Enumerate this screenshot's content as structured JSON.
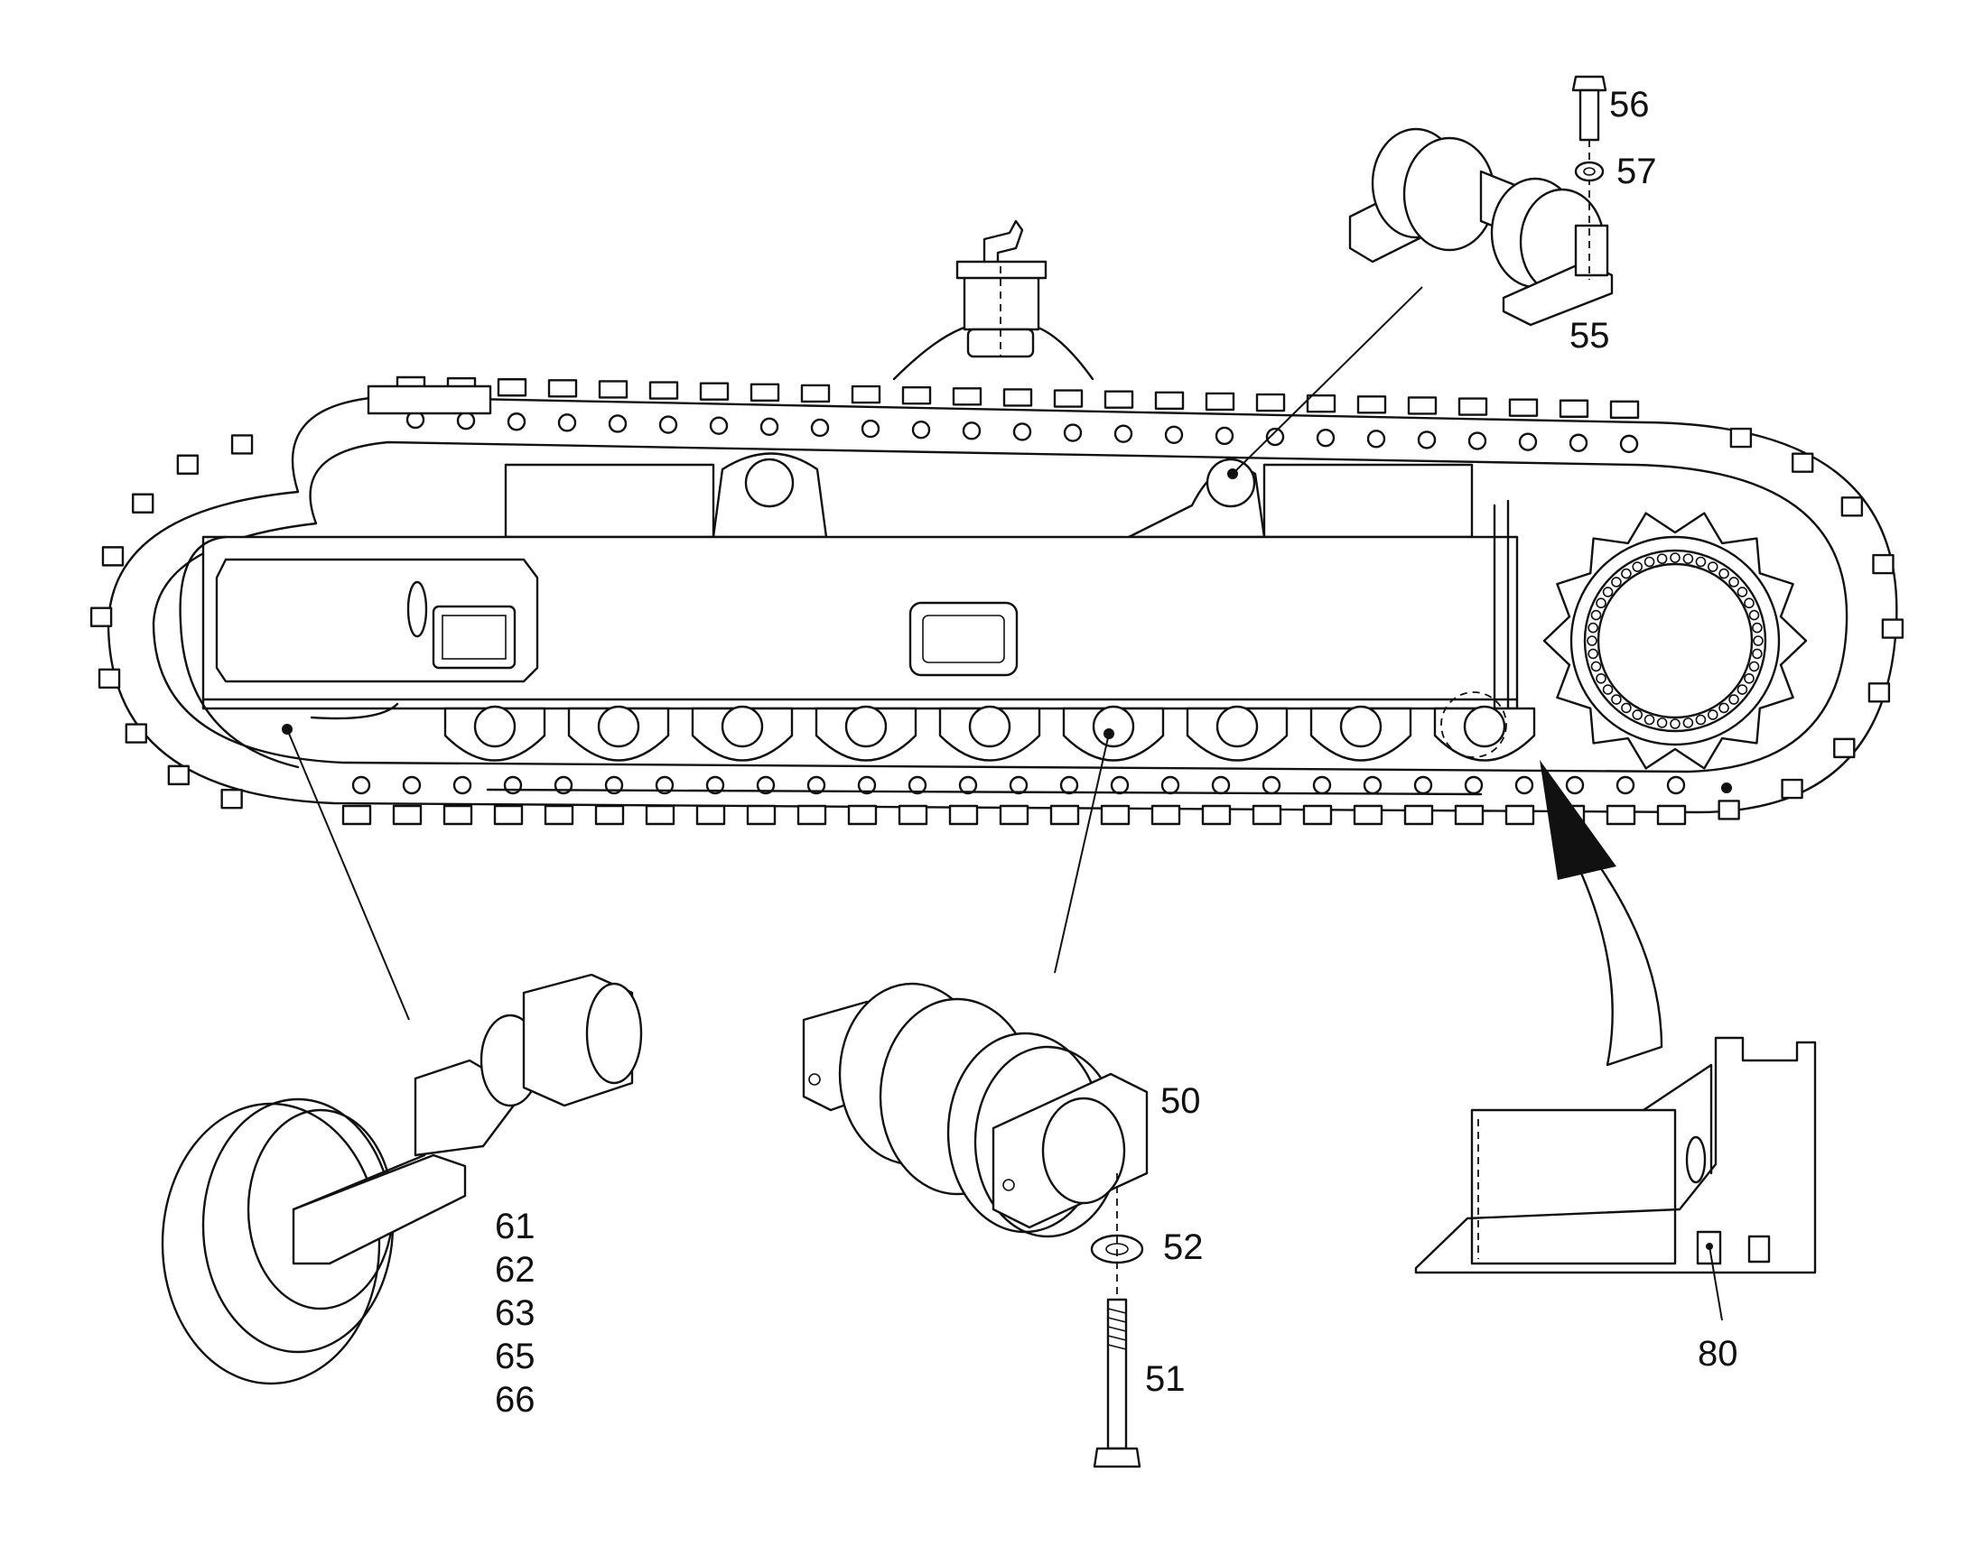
{
  "diagram": {
    "callouts": {
      "c50": "50",
      "c51": "51",
      "c52": "52",
      "c55": "55",
      "c56": "56",
      "c57": "57",
      "c80": "80"
    },
    "idler_callouts": [
      "61",
      "62",
      "63",
      "65",
      "66"
    ]
  }
}
